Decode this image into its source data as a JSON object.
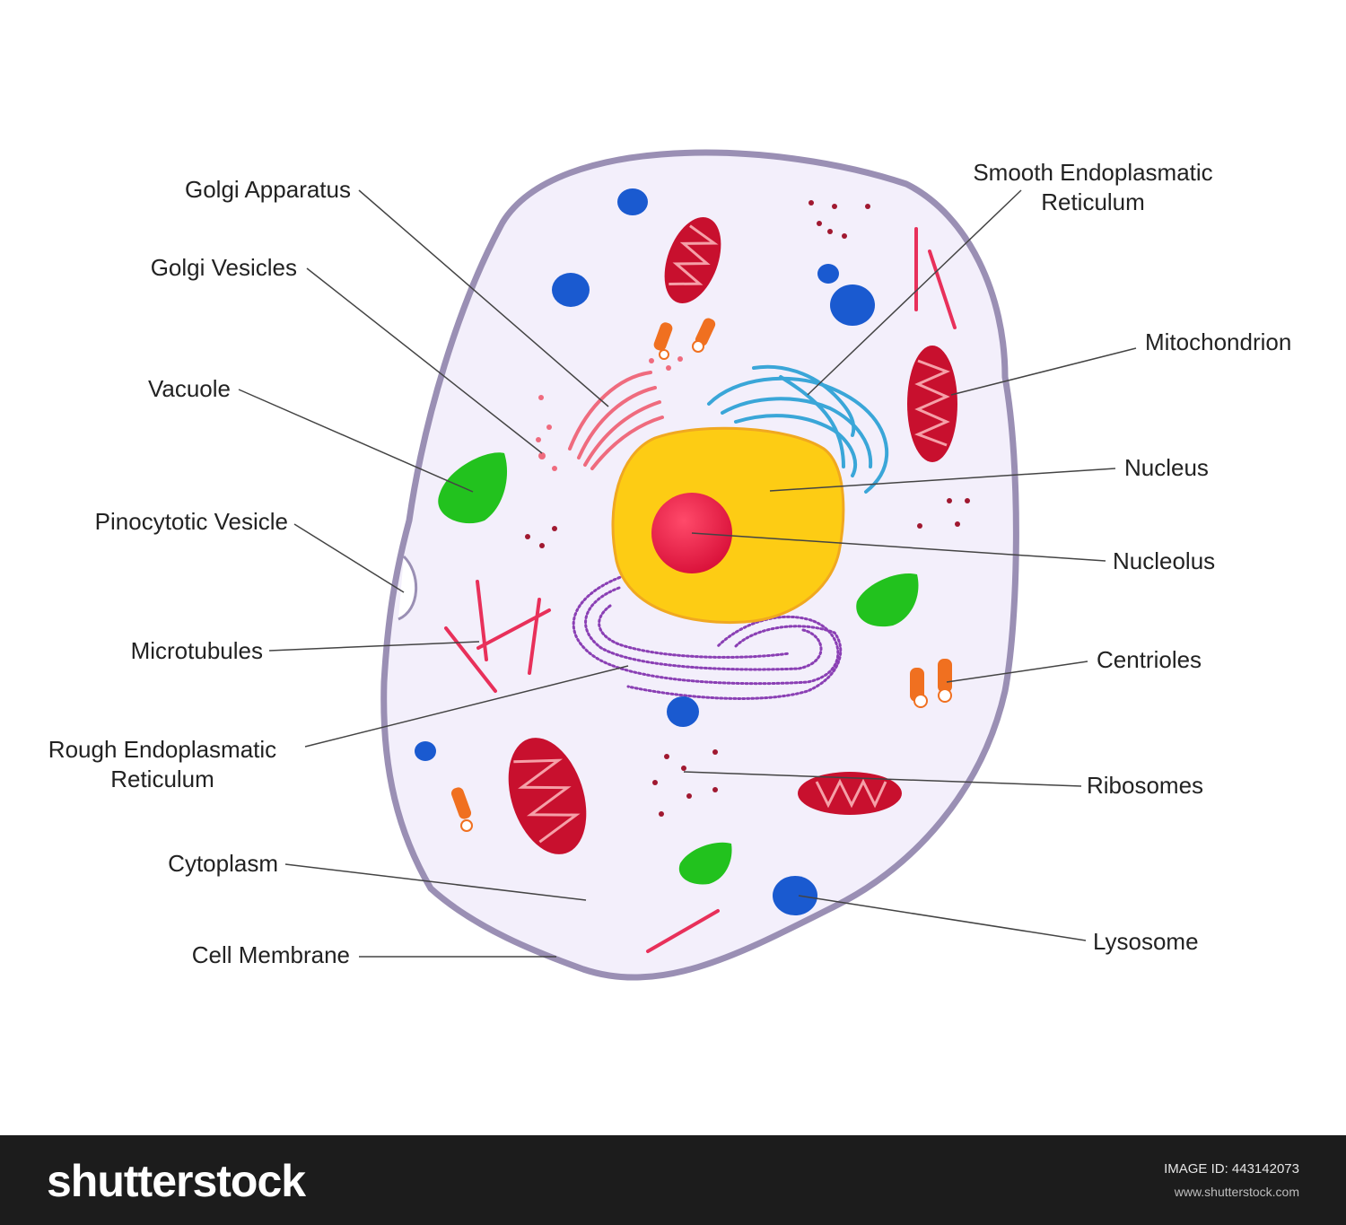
{
  "labels": {
    "golgi_apparatus": "Golgi Apparatus",
    "golgi_vesicles": "Golgi Vesicles",
    "vacuole": "Vacuole",
    "pinocytotic_vesicle": "Pinocytotic Vesicle",
    "microtubules": "Microtubules",
    "rough_er_line1": "Rough Endoplasmatic",
    "rough_er_line2": "Reticulum",
    "cytoplasm": "Cytoplasm",
    "cell_membrane": "Cell Membrane",
    "smooth_er_line1": "Smooth Endoplasmatic",
    "smooth_er_line2": "Reticulum",
    "mitochondrion": "Mitochondrion",
    "nucleus": "Nucleus",
    "nucleolus": "Nucleolus",
    "centrioles": "Centrioles",
    "ribosomes": "Ribosomes",
    "lysosome": "Lysosome"
  },
  "footer": {
    "logo": "shutterstock",
    "image_id": "IMAGE ID: 443142073",
    "url": "www.shutterstock.com"
  },
  "colors": {
    "cell_fill": "#f3effb",
    "membrane": "#9a8fb4",
    "nucleus": "#fdcc14",
    "nucleus_border": "#f0a820",
    "nucleolus": "#e8173f",
    "mitochondrion": "#c8102e",
    "vacuole": "#22c21e",
    "lysosome": "#1a5ad0",
    "rough_er": "#8a3fb4",
    "smooth_er": "#3aa6d8",
    "golgi": "#ef6b7e",
    "microtubule": "#e8305a",
    "centriole": "#f07020",
    "ribosome": "#a01830",
    "leader_line": "#444444",
    "footer_bg": "#1c1c1c"
  }
}
